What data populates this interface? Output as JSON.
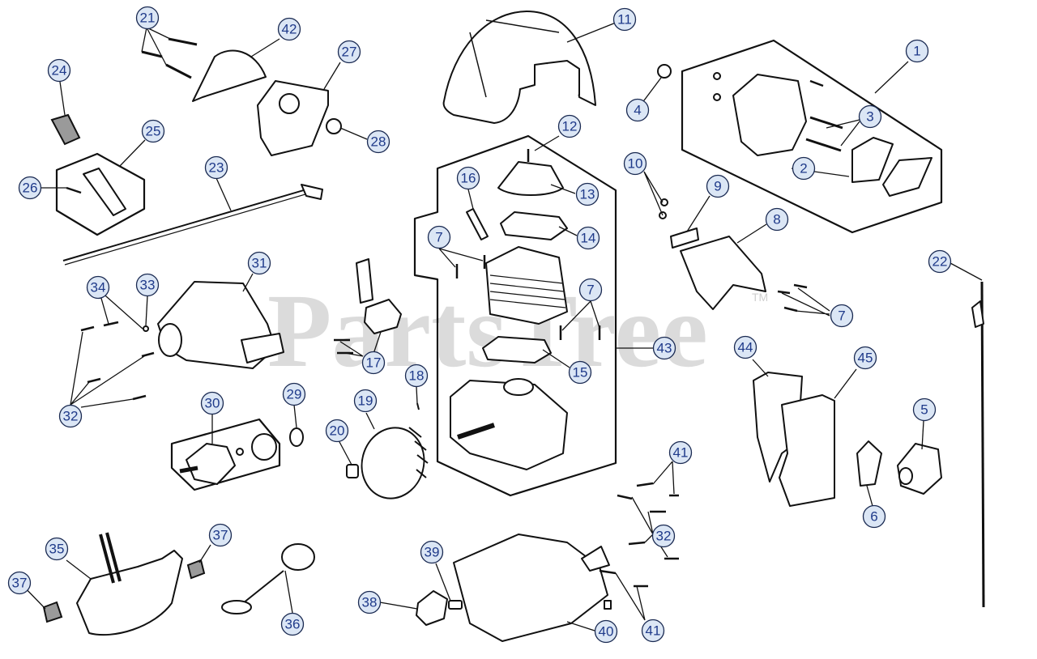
{
  "watermark": {
    "text": "PartsTree",
    "tm": "TM"
  },
  "callouts": [
    "1",
    "2",
    "3",
    "4",
    "5",
    "6",
    "7",
    "7",
    "7",
    "8",
    "9",
    "10",
    "11",
    "12",
    "13",
    "14",
    "15",
    "16",
    "17",
    "18",
    "19",
    "20",
    "21",
    "22",
    "23",
    "24",
    "25",
    "26",
    "27",
    "28",
    "29",
    "30",
    "31",
    "32",
    "32",
    "33",
    "34",
    "35",
    "36",
    "37",
    "37",
    "38",
    "39",
    "40",
    "41",
    "41",
    "42",
    "43",
    "44",
    "45"
  ]
}
